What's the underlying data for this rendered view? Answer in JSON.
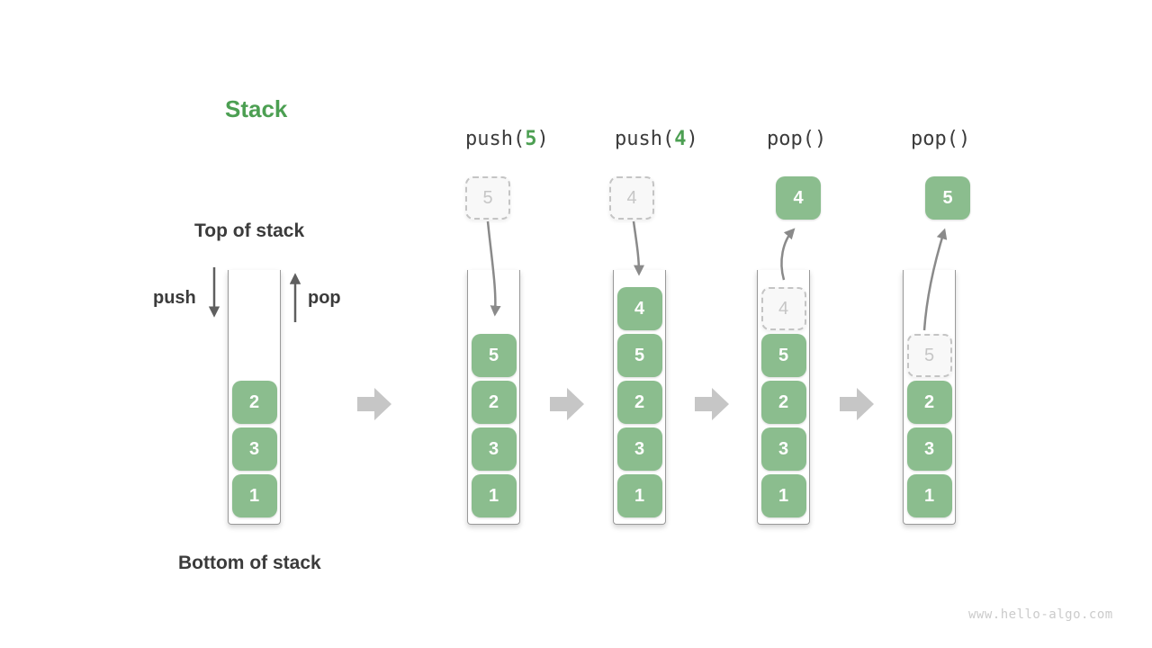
{
  "title": "Stack",
  "labels": {
    "top_of_stack": "Top of stack",
    "bottom_of_stack": "Bottom of stack",
    "push_arrow": "push",
    "pop_arrow": "pop"
  },
  "operations": [
    {
      "pre": "push(",
      "arg": "5",
      "post": ")"
    },
    {
      "pre": "push(",
      "arg": "4",
      "post": ")"
    },
    {
      "pre": "pop(",
      "arg": "",
      "post": ")"
    },
    {
      "pre": "pop(",
      "arg": "",
      "post": ")"
    }
  ],
  "stacks": [
    {
      "name": "initial-stack",
      "cells": [
        {
          "value": "2",
          "slot": 3
        },
        {
          "value": "3",
          "slot": 4
        },
        {
          "value": "1",
          "slot": 5
        }
      ]
    },
    {
      "name": "after-push-5",
      "cells": [
        {
          "value": "5",
          "slot": 2
        },
        {
          "value": "2",
          "slot": 3
        },
        {
          "value": "3",
          "slot": 4
        },
        {
          "value": "1",
          "slot": 5
        }
      ]
    },
    {
      "name": "after-push-4",
      "cells": [
        {
          "value": "4",
          "slot": 1
        },
        {
          "value": "5",
          "slot": 2
        },
        {
          "value": "2",
          "slot": 3
        },
        {
          "value": "3",
          "slot": 4
        },
        {
          "value": "1",
          "slot": 5
        }
      ]
    },
    {
      "name": "after-pop-4",
      "cells": [
        {
          "value": "4",
          "slot": 1,
          "ghost": true
        },
        {
          "value": "5",
          "slot": 2
        },
        {
          "value": "2",
          "slot": 3
        },
        {
          "value": "3",
          "slot": 4
        },
        {
          "value": "1",
          "slot": 5
        }
      ]
    },
    {
      "name": "after-pop-5",
      "cells": [
        {
          "value": "5",
          "slot": 2,
          "ghost": true
        },
        {
          "value": "2",
          "slot": 3
        },
        {
          "value": "3",
          "slot": 4
        },
        {
          "value": "1",
          "slot": 5
        }
      ]
    }
  ],
  "floating_values": [
    {
      "value": "5",
      "style": "ghost"
    },
    {
      "value": "4",
      "style": "ghost"
    },
    {
      "value": "4",
      "style": "solid"
    },
    {
      "value": "5",
      "style": "solid"
    }
  ],
  "watermark": "www.hello-algo.com",
  "colors": {
    "accent_green": "#4c9f52",
    "box_green": "#8bbd8e",
    "box_text": "#ffffff",
    "ghost_border": "#c4c4c4",
    "ghost_text": "#c6c6c6",
    "ghost_fill": "#f8f8f8",
    "text_dark": "#3b3b3b",
    "wall_gray": "#999999",
    "arrow_gray": "#8a8a8a",
    "arrow_dark": "#5f5f5f",
    "step_arrow_gray": "#c6c6c6",
    "watermark_gray": "#cbcbcb"
  }
}
